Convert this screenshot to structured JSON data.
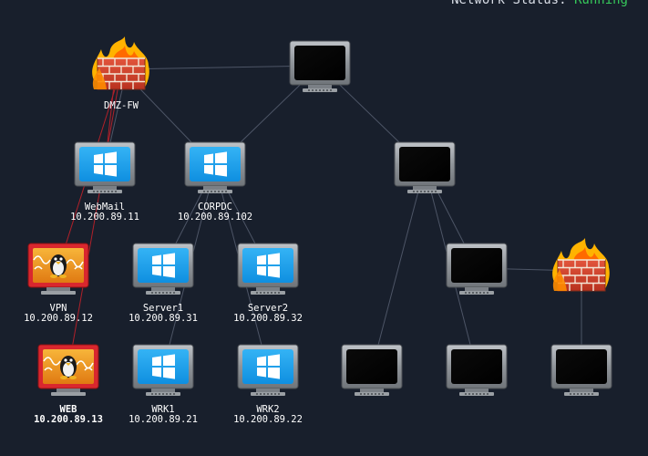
{
  "header": {
    "status_label": "Network Status:",
    "status_value": "Running"
  },
  "colors": {
    "background": "#181f2c",
    "link": "#4d5566",
    "compromised_link": "#b0202a",
    "status_running": "#36c95a",
    "windows_blue": "#1da1f2",
    "compromised_red": "#d9272e"
  },
  "nodes": [
    {
      "id": "dmz-fw",
      "type": "firewall",
      "name": "DMZ-FW",
      "ip": ""
    },
    {
      "id": "router-top",
      "type": "unknown-host",
      "name": "",
      "ip": ""
    },
    {
      "id": "webmail",
      "type": "windows-host",
      "name": "WebMail",
      "ip": "10.200.89.11"
    },
    {
      "id": "corpdc",
      "type": "windows-host",
      "name": "CORPDC",
      "ip": "10.200.89.102"
    },
    {
      "id": "hub-right",
      "type": "unknown-host",
      "name": "",
      "ip": ""
    },
    {
      "id": "vpn",
      "type": "linux-compromised",
      "name": "VPN",
      "ip": "10.200.89.12"
    },
    {
      "id": "server1",
      "type": "windows-host",
      "name": "Server1",
      "ip": "10.200.89.31"
    },
    {
      "id": "server2",
      "type": "windows-host",
      "name": "Server2",
      "ip": "10.200.89.32"
    },
    {
      "id": "mid-right",
      "type": "unknown-host",
      "name": "",
      "ip": ""
    },
    {
      "id": "fw-right",
      "type": "firewall",
      "name": "",
      "ip": ""
    },
    {
      "id": "web",
      "type": "linux-compromised",
      "name": "WEB",
      "ip": "10.200.89.13",
      "selected": true
    },
    {
      "id": "wrk1",
      "type": "windows-host",
      "name": "WRK1",
      "ip": "10.200.89.21"
    },
    {
      "id": "wrk2",
      "type": "windows-host",
      "name": "WRK2",
      "ip": "10.200.89.22"
    },
    {
      "id": "bottom-1",
      "type": "unknown-host",
      "name": "",
      "ip": ""
    },
    {
      "id": "bottom-2",
      "type": "unknown-host",
      "name": "",
      "ip": ""
    },
    {
      "id": "bottom-3",
      "type": "unknown-host",
      "name": "",
      "ip": ""
    }
  ],
  "links": [
    {
      "from": "dmz-fw",
      "to": "router-top",
      "compromised": false
    },
    {
      "from": "dmz-fw",
      "to": "webmail",
      "compromised": false
    },
    {
      "from": "dmz-fw",
      "to": "webmail",
      "compromised": true
    },
    {
      "from": "dmz-fw",
      "to": "corpdc",
      "compromised": false
    },
    {
      "from": "dmz-fw",
      "to": "vpn",
      "compromised": true
    },
    {
      "from": "dmz-fw",
      "to": "web",
      "compromised": true
    },
    {
      "from": "router-top",
      "to": "corpdc",
      "compromised": false
    },
    {
      "from": "router-top",
      "to": "hub-right",
      "compromised": false
    },
    {
      "from": "corpdc",
      "to": "server1",
      "compromised": false
    },
    {
      "from": "corpdc",
      "to": "server2",
      "compromised": false
    },
    {
      "from": "corpdc",
      "to": "wrk1",
      "compromised": false
    },
    {
      "from": "corpdc",
      "to": "wrk2",
      "compromised": false
    },
    {
      "from": "hub-right",
      "to": "mid-right",
      "compromised": false
    },
    {
      "from": "hub-right",
      "to": "bottom-1",
      "compromised": false
    },
    {
      "from": "hub-right",
      "to": "bottom-2",
      "compromised": false
    },
    {
      "from": "mid-right",
      "to": "fw-right",
      "compromised": false
    },
    {
      "from": "fw-right",
      "to": "bottom-3",
      "compromised": false
    }
  ]
}
